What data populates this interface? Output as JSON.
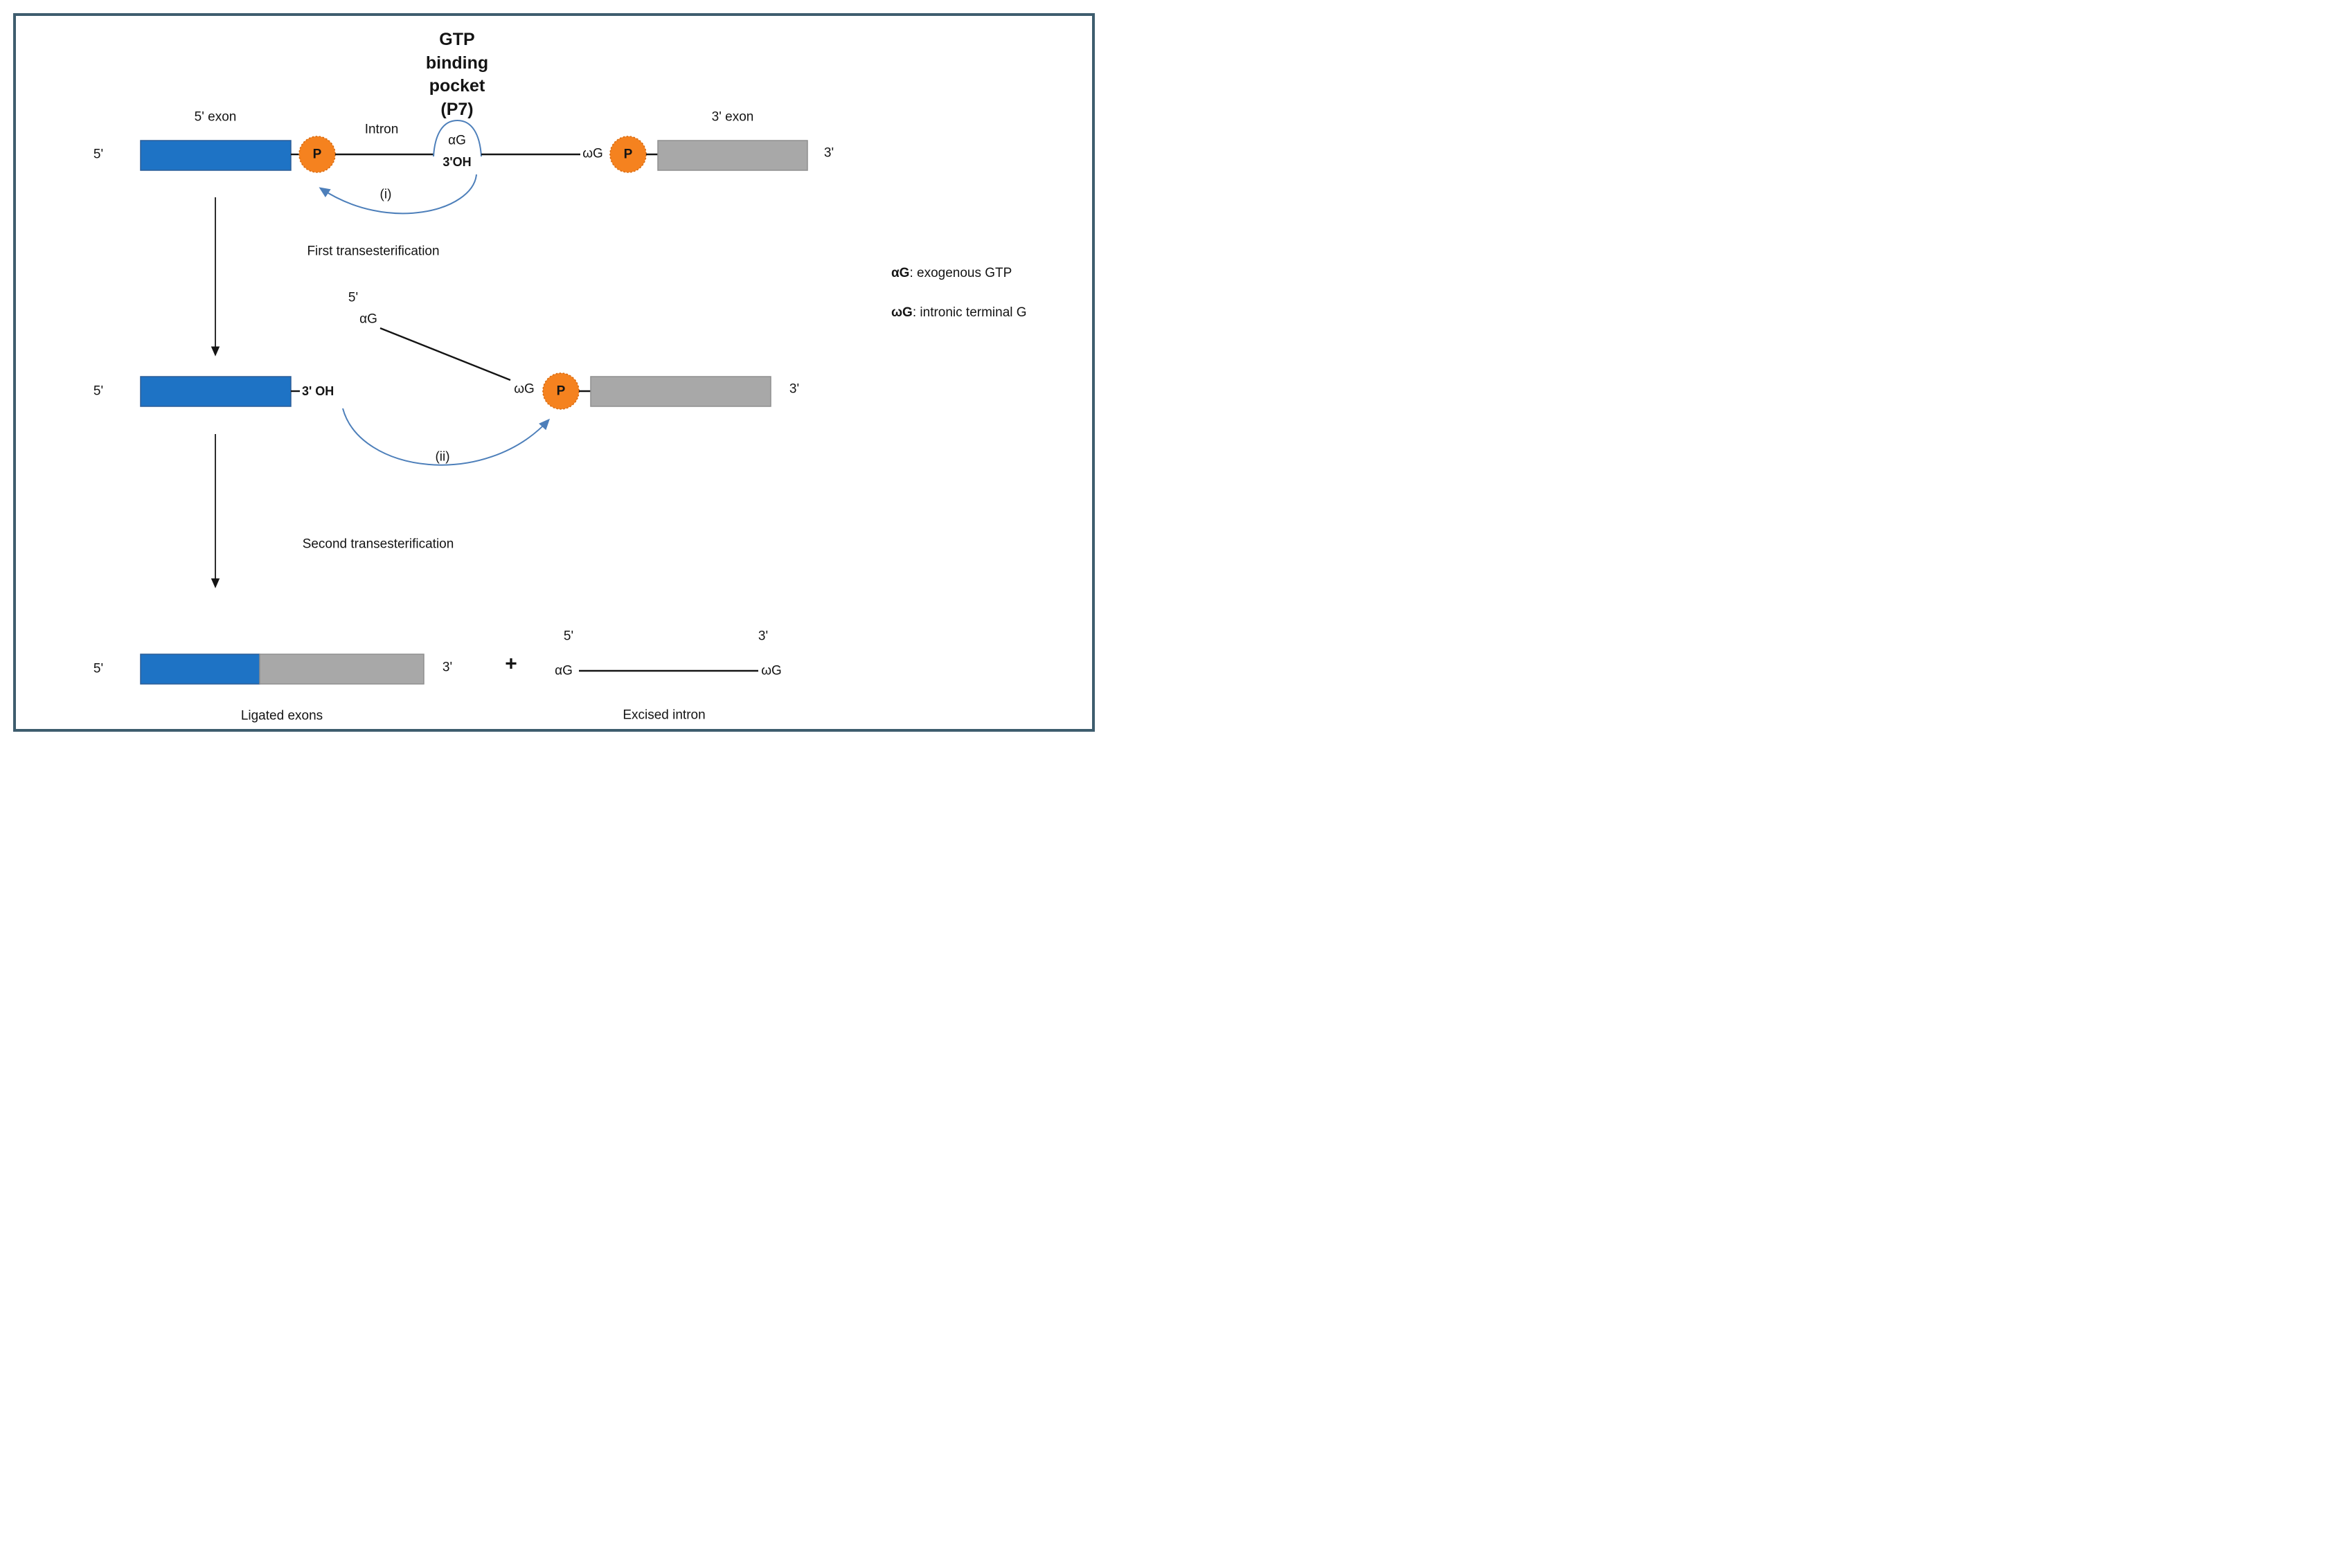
{
  "colors": {
    "exon5_blue": "#1e73c5",
    "exon5_border": "#2b5d97",
    "exon3_gray": "#a8a8a8",
    "exon3_border": "#8f8f8f",
    "phosphate_orange": "#f5821f",
    "phosphate_border": "#d96b10",
    "arrow_blue": "#4d7fba",
    "pocket_text_blue": "#3e7cc1",
    "frame": "#3e5d6e"
  },
  "stage1": {
    "five_prime": "5'",
    "exon5_label": "5' exon",
    "phosphate": "P",
    "intron_label": "Intron",
    "pocket_lines": [
      "GTP",
      "binding",
      "pocket",
      "(P7)"
    ],
    "alpha_g": "αG",
    "three_oh": "3'OH",
    "omega_g": "ωG",
    "exon3_label": "3' exon",
    "three_prime": "3'",
    "step": "(i)",
    "caption": "First transesterification"
  },
  "stage2": {
    "five_prime": "5'",
    "three_oh": "3' OH",
    "gtp_five_prime": "5'",
    "alpha_g": "αG",
    "omega_g": "ωG",
    "phosphate": "P",
    "three_prime": "3'",
    "step": "(ii)",
    "caption": "Second transesterification"
  },
  "legend": {
    "alpha_term": "αG",
    "alpha_def": ": exogenous GTP",
    "omega_term": "ωG",
    "omega_def": ": intronic terminal G"
  },
  "products": {
    "five_prime": "5'",
    "three_prime": "3'",
    "ligated_label": "Ligated exons",
    "plus": "+",
    "intron_five_prime": "5'",
    "intron_three_prime": "3'",
    "alpha_g": "αG",
    "omega_g": "ωG",
    "excised_label": "Excised intron"
  }
}
